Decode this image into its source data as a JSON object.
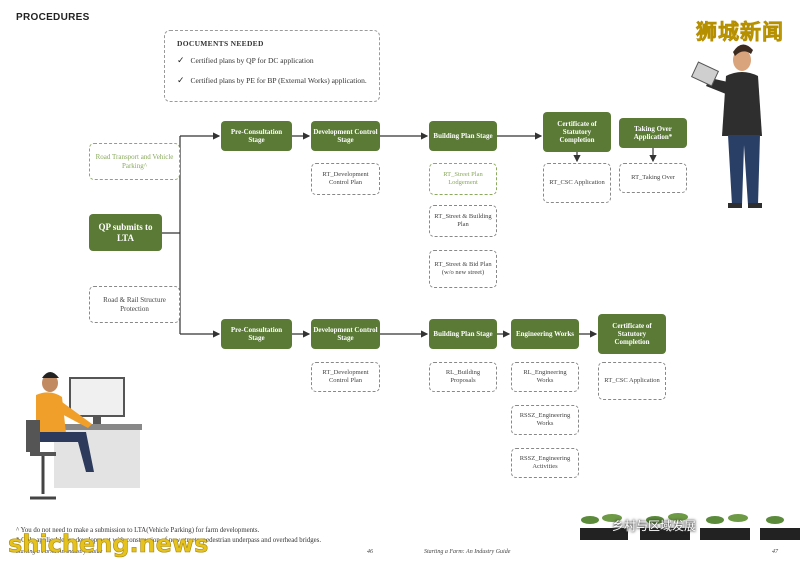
{
  "page_title": "PROCEDURES",
  "documents": {
    "heading": "DOCUMENTS NEEDED",
    "items": [
      "Certified plans by QP for DC application",
      "Certified plans by PE for BP (External Works) application."
    ]
  },
  "start": "QP submits to LTA",
  "branches": {
    "top_label": "Road Transport and Vehicle Parking^",
    "bottom_label": "Road & Rail Structure Protection"
  },
  "top_stages": [
    "Pre-Consultation Stage",
    "Development Control Stage",
    "Building Plan Stage",
    "Certificate of Statutory Completion",
    "Taking Over Application*"
  ],
  "top_docs": {
    "dc": "RT_Development Control Plan",
    "bp": [
      "RT_Street Plan Lodgement",
      "RT_Street & Building Plan",
      "RT_Street & Bid Plan (w/o new street)"
    ],
    "csc": "RT_CSC Application",
    "to": "RT_Taking Over"
  },
  "bottom_stages": [
    "Pre-Consultation Stage",
    "Development Control Stage",
    "Building Plan Stage",
    "Engineering Works",
    "Certificate of Statutory Completion"
  ],
  "bottom_docs": {
    "dc": "RT_Development Control Plan",
    "bp": "RL_Building Proposals",
    "ew": [
      "RL_Engineering Works",
      "RSSZ_Engineering Works",
      "RSSZ_Engineering Activities"
    ],
    "csc": "RT_CSC Application"
  },
  "footnotes": [
    "^ You do not need to make a submission to LTA(Vehicle Parking) for farm developments.",
    "* Only applicable for development with construction of new streets, pedestrian underpass and overhead bridges."
  ],
  "footer": {
    "left": "Starting a Farm: An Industry Guide",
    "page_left": "46",
    "center": "Starting a Farm: An Industry Guide",
    "page_right": "47"
  },
  "watermarks": {
    "top_right": "狮城新闻",
    "bottom_left": "shicheng.news",
    "bottom_right": "乡村与区域发展"
  },
  "colors": {
    "stage_green": "#5a7a36",
    "light_green": "#8aaa5e",
    "watermark_yellow": "#e8c41a"
  },
  "icons": [
    "check-icon",
    "person-with-tablet",
    "person-at-computer",
    "plant-pots"
  ]
}
